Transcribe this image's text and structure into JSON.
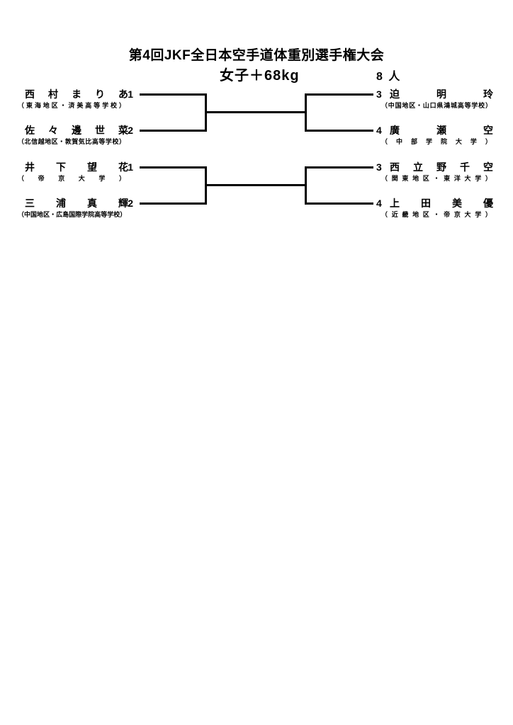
{
  "header": {
    "title": "第4回JKF全日本空手道体重別選手権大会",
    "division": "女子＋68kg",
    "entrants": "8 人"
  },
  "colors": {
    "text": "#000000",
    "background": "#ffffff",
    "bracket_lines": "#000000"
  },
  "bracket": {
    "type": "single-elimination",
    "left": [
      {
        "name": "西村 まりあ",
        "seed": "1",
        "affiliation": "（東海地区・済美高等学校）"
      },
      {
        "name": "佐々邊 世菜",
        "seed": "2",
        "affiliation": "（北信越地区・敦賀気比高等学校）"
      },
      {
        "name": "井下 望花",
        "seed": "1",
        "affiliation": "（帝京大学）"
      },
      {
        "name": "三浦 真輝",
        "seed": "2",
        "affiliation": "（中国地区・広島国際学院高等学校）"
      }
    ],
    "right": [
      {
        "name": "迫 明玲",
        "seed": "3",
        "affiliation": "（中国地区・山口県鴻城高等学校）"
      },
      {
        "name": "廣瀬 空",
        "seed": "4",
        "affiliation": "（中部学院大学）"
      },
      {
        "name": "西立野 千空",
        "seed": "3",
        "affiliation": "（関東地区・東洋大学）"
      },
      {
        "name": "上田 美優",
        "seed": "4",
        "affiliation": "（近畿地区・帝京大学）"
      }
    ]
  }
}
